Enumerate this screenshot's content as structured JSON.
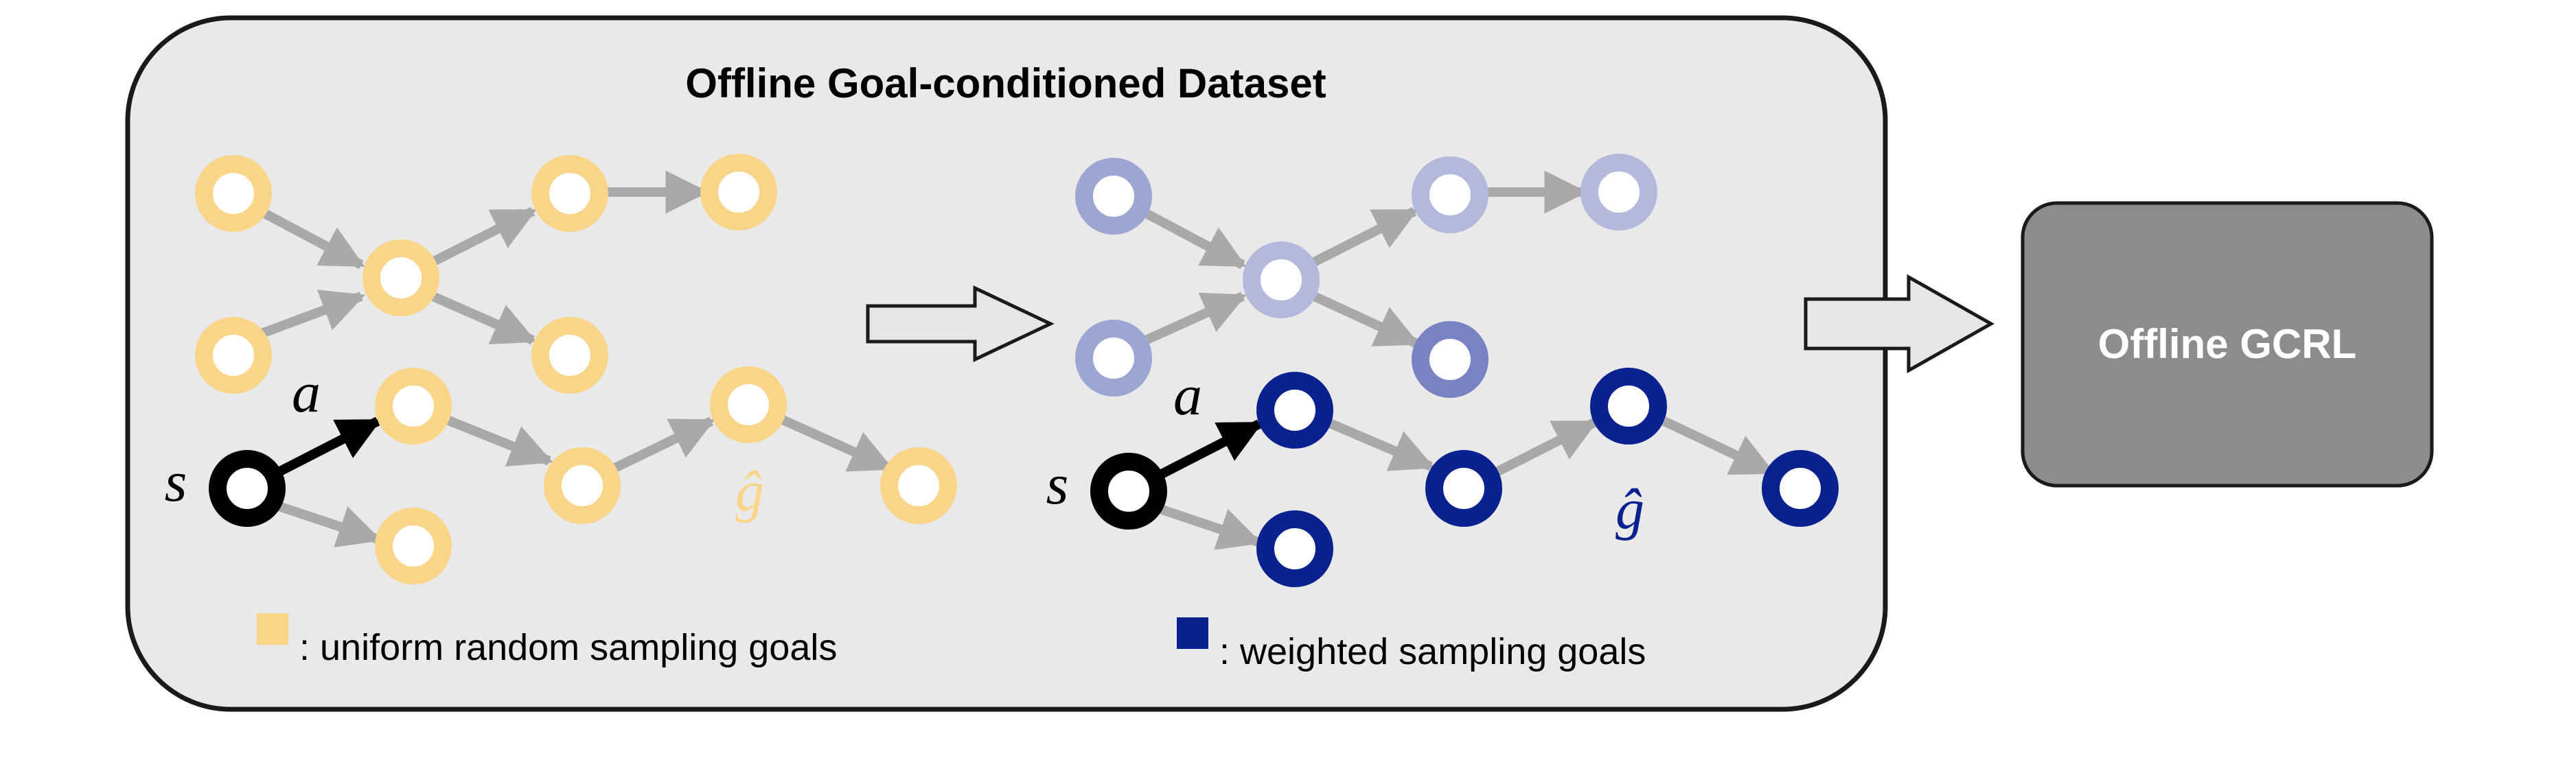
{
  "dataset_panel": {
    "title": "Offline Goal-conditioned Dataset",
    "fill": "#e9e9e9",
    "border": "#1a1a1a"
  },
  "gcrl_box": {
    "label": "Offline GCRL",
    "fill": "#8c8c8c",
    "text_color": "#ffffff"
  },
  "colors": {
    "uniform_goal": "#f9d58a",
    "weighted_goal_strong": "#0a2190",
    "weighted_goal_faded": "#9da6d3",
    "weighted_goal_mid": "#7883c4",
    "start_state": "#000000",
    "edge": "#a9a9a9",
    "action_edge": "#000000",
    "transition_arrow_fill": "#e6e6e6",
    "transition_arrow_stroke": "#1a1a1a"
  },
  "left_graph": {
    "state_label": "s",
    "action_label": "a",
    "goal_label": "ĝ"
  },
  "right_graph": {
    "state_label": "s",
    "action_label": "a",
    "goal_label": "ĝ"
  },
  "legend": {
    "uniform_text": ": uniform random sampling goals",
    "uniform_icon": "yellow-square",
    "weighted_text": ": weighted sampling goals",
    "weighted_icon": "navy-square"
  },
  "arrows": {
    "inner_arrow_icon": "right-arrow",
    "outer_arrow_icon": "right-arrow"
  }
}
